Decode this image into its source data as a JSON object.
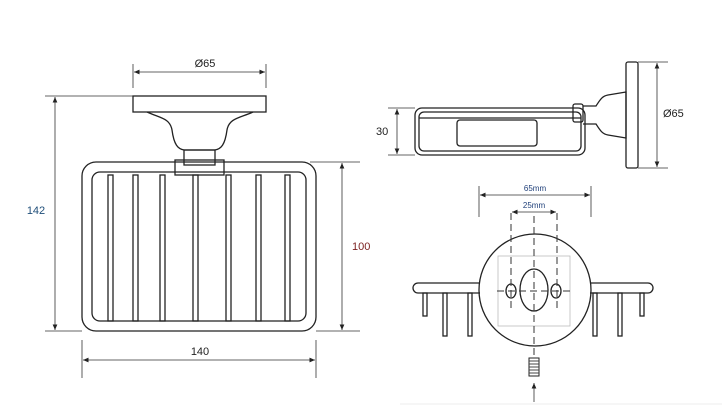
{
  "front_view": {
    "width_label": "Ø65",
    "height_label": "142",
    "basket_height_label": "100",
    "basket_width_label": "140"
  },
  "side_view": {
    "depth_label": "30",
    "plate_label": "Ø65"
  },
  "back_view": {
    "plate_width_label": "65mm",
    "hole_spacing_label": "25mm"
  },
  "colors": {
    "line": "#222222",
    "label_142": "#1f4e79",
    "label_100": "#7a1f1f",
    "label_mm": "#1f3f79"
  }
}
